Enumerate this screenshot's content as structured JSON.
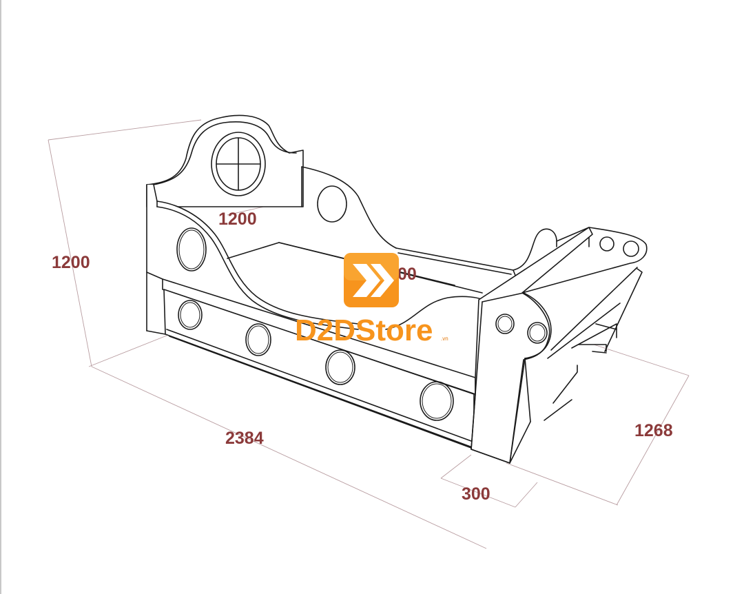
{
  "dimensions": {
    "height_left": "1200",
    "headboard_width": "1200",
    "inner_length_partial": "00",
    "overall_length": "2384",
    "overall_width": "1268",
    "shelf_depth": "300"
  },
  "watermark": {
    "brand": "D2DStore",
    "suffix": ".vn"
  },
  "colors": {
    "dimension_text": "#8b3a3a",
    "dimension_line": "#b89ca0",
    "logo_orange": "#f7941d",
    "logo_orange_dark": "#e37a10",
    "outline": "#1a1a1a"
  }
}
